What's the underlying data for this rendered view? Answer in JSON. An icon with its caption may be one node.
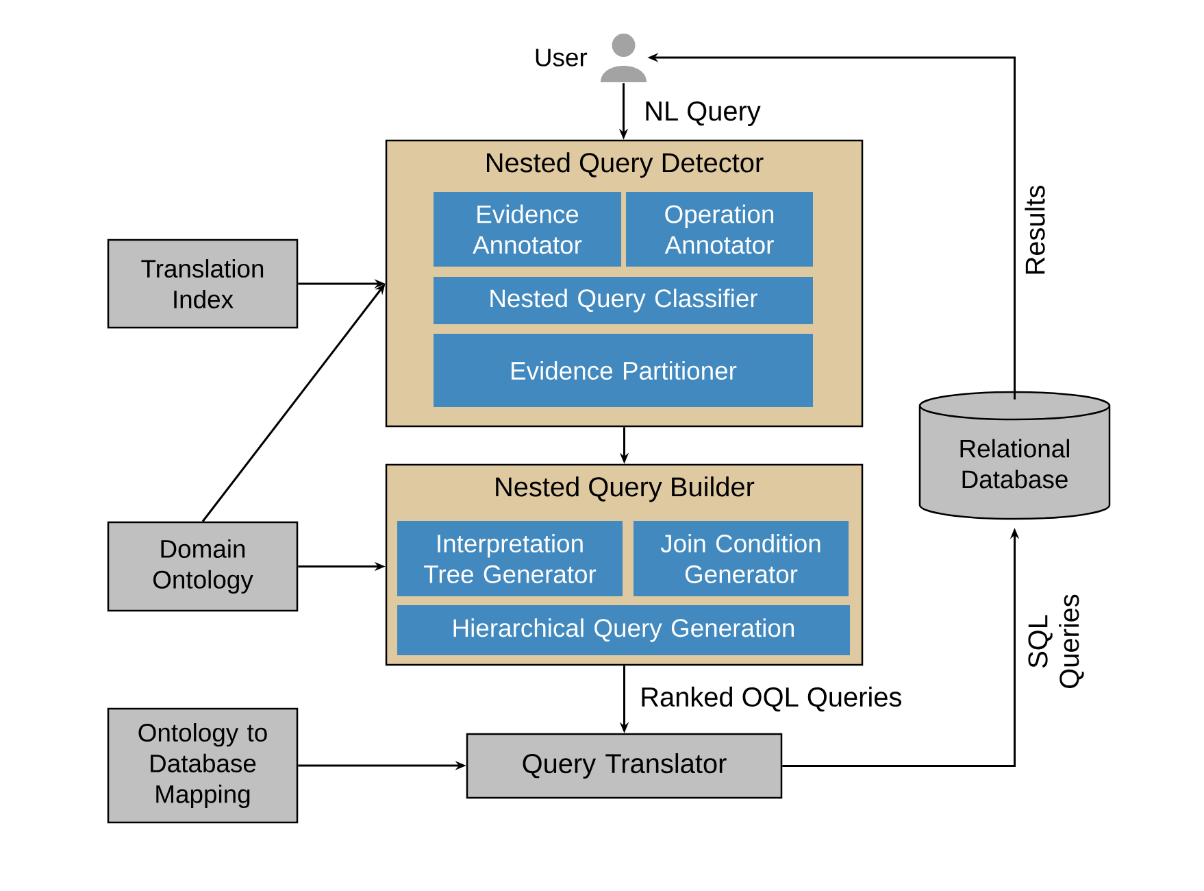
{
  "diagram": {
    "nodes": [
      {
        "text": [],
        "shape": "person",
        "beside": [
          "User"
        ]
      },
      {
        "text": [
          "Nested Query Detector"
        ]
      },
      {
        "text": [
          "Evidence Annotator"
        ],
        "in": 1
      },
      {
        "text": [
          "Operation Annotator"
        ],
        "in": 1
      },
      {
        "text": [
          "Nested Query Classifier"
        ],
        "in": 1
      },
      {
        "text": [
          "Evidence Partitioner"
        ],
        "in": 1
      },
      {
        "text": [
          "Translation Index"
        ]
      },
      {
        "text": [
          "Nested Query Builder"
        ]
      },
      {
        "text": [
          "Interpretation Tree Generator"
        ],
        "in": 7
      },
      {
        "text": [
          "Join Condition Generator"
        ],
        "in": 7
      },
      {
        "text": [
          "Hierarchical Query Generation"
        ],
        "in": 7
      },
      {
        "text": [
          "Relational Database"
        ]
      },
      {
        "text": [
          "Domain Ontology"
        ]
      },
      {
        "text": [
          "Ontology to Database Mapping"
        ]
      },
      {
        "text": [
          "Query Translator"
        ]
      }
    ],
    "edges": [
      {
        "from": 0,
        "to": 1,
        "arrow": "to",
        "label": "NL Query"
      },
      {
        "from": 6,
        "to": 1,
        "arrow": "to"
      },
      {
        "from": 12,
        "to": 1,
        "arrow": "to"
      },
      {
        "from": 1,
        "to": 7,
        "arrow": "to"
      },
      {
        "from": 12,
        "to": 7,
        "arrow": "to"
      },
      {
        "from": 7,
        "to": 14,
        "arrow": "to",
        "label": "Ranked OQL Queries"
      },
      {
        "from": 13,
        "to": 14,
        "arrow": "to"
      },
      {
        "from": 14,
        "to": 11,
        "arrow": "to",
        "label": "SQL Queries"
      },
      {
        "from": 11,
        "to": 0,
        "arrow": "to",
        "label": "Results"
      }
    ]
  }
}
